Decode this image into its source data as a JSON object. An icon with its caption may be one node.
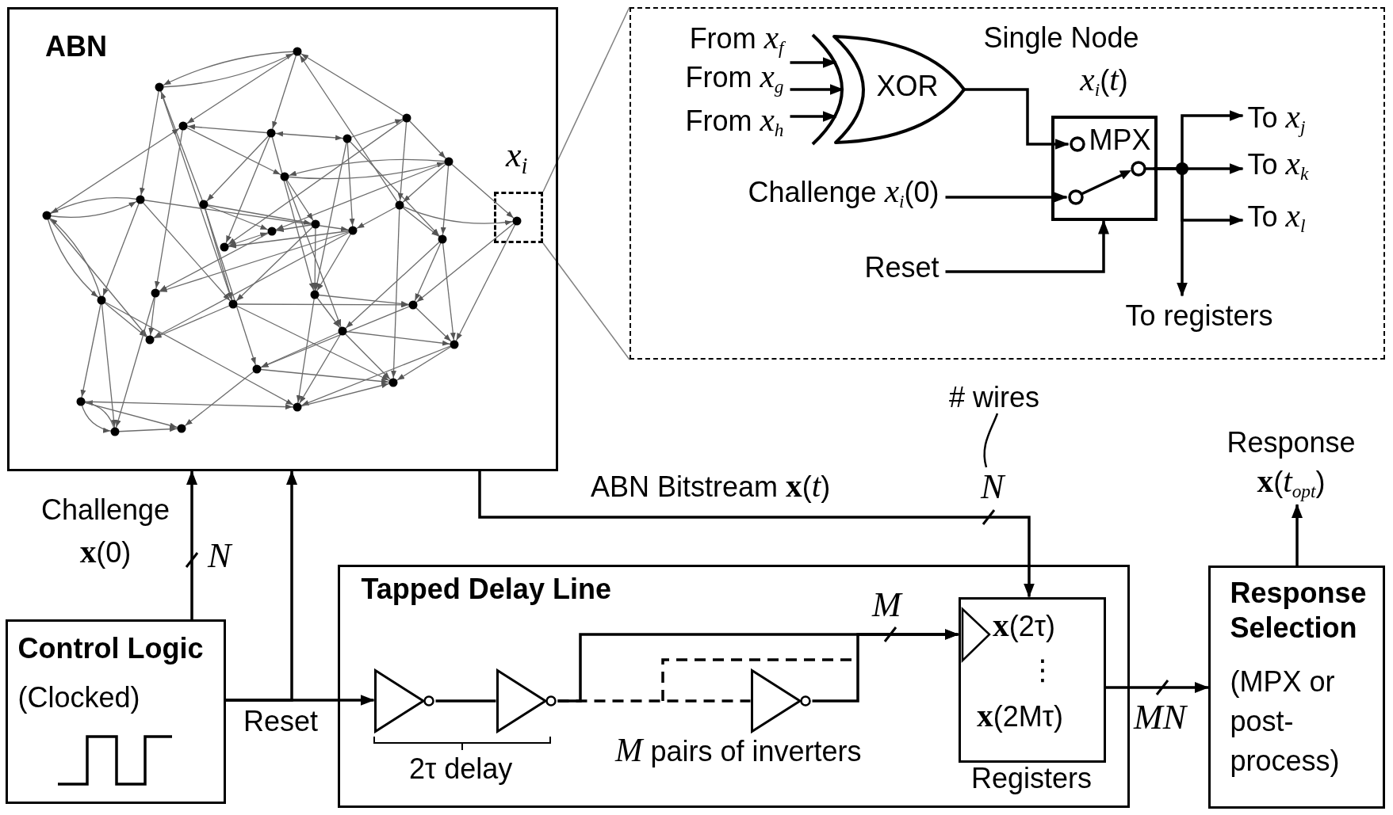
{
  "diagram": {
    "nodes": [
      {
        "text": [
          "ABN"
        ]
      },
      {
        "text": [
          "x$_{i}$"
        ],
        "in": 0
      },
      {
        "text": [
          "Single Node"
        ]
      },
      {
        "text": [
          "From *x*$_{f}$"
        ],
        "in": 2
      },
      {
        "text": [
          "From *x*$_{g}$"
        ],
        "in": 2
      },
      {
        "text": [
          "From *x*$_{h}$"
        ],
        "in": 2
      },
      {
        "text": [
          "XOR"
        ],
        "in": 2
      },
      {
        "text": [
          "*x*$_{i}$(*t*)",
          "MPX"
        ],
        "in": 2
      },
      {
        "text": [
          "Challenge *x*$_{i}$(0)"
        ],
        "in": 2
      },
      {
        "text": [
          "Reset"
        ],
        "in": 2
      },
      {
        "text": [
          "To *x*$_{j}$"
        ],
        "in": 2
      },
      {
        "text": [
          "To *x*$_{k}$"
        ],
        "in": 2
      },
      {
        "text": [
          "To *x*$_{l}$"
        ],
        "in": 2
      },
      {
        "text": [
          "To registers"
        ],
        "in": 2
      },
      {
        "text": [
          "# wires"
        ]
      },
      {
        "text": [
          "N"
        ]
      },
      {
        "text": [
          "Response **x**(*t*$_{opt}$)"
        ]
      },
      {
        "text": [
          "Control Logic",
          "(Clocked)"
        ]
      },
      {
        "text": [
          "Tapped Delay Line"
        ]
      },
      {
        "text": [],
        "shape": "triangle",
        "in": 18
      },
      {
        "text": [],
        "shape": "triangle",
        "in": 18
      },
      {
        "text": [],
        "shape": "triangle",
        "in": 18
      },
      {
        "text": [
          "**x**(2τ)",
          "⋮",
          "**x**(2Mτ)",
          "Registers"
        ],
        "in": 18
      },
      {
        "text": [
          "Response Selection",
          "(MPX or post-process)"
        ]
      }
    ],
    "edges": [
      {
        "from": 17,
        "to": 0,
        "arrow": "to",
        "label": "Challenge **x**(0)"
      },
      {
        "from": 17,
        "to": 0,
        "arrow": "to"
      },
      {
        "from": 17,
        "to": 19,
        "arrow": "to",
        "label": "Reset"
      },
      {
        "from": 19,
        "to": 20,
        "arrow": "none"
      },
      {
        "from": 20,
        "to": 22,
        "arrow": "to"
      },
      {
        "from": 20,
        "to": 21,
        "arrow": "none",
        "style": "dashed"
      },
      {
        "from": 21,
        "to": 22,
        "arrow": "to"
      },
      {
        "from": 0,
        "to": 22,
        "arrow": "to",
        "label": "ABN Bitstream **x**(*t*)"
      },
      {
        "from": 22,
        "to": 23,
        "arrow": "to"
      },
      {
        "from": 23,
        "to": 16,
        "arrow": "to"
      },
      {
        "from": 14,
        "to": 15,
        "arrow": "none"
      },
      {
        "from": 1,
        "to": 2,
        "arrow": "none",
        "color": "#808080"
      },
      {
        "from": 1,
        "to": 2,
        "arrow": "none",
        "color": "#808080"
      },
      {
        "from": 3,
        "to": 6,
        "arrow": "to"
      },
      {
        "from": 4,
        "to": 6,
        "arrow": "to"
      },
      {
        "from": 5,
        "to": 6,
        "arrow": "to"
      },
      {
        "from": 6,
        "to": 7,
        "arrow": "to"
      },
      {
        "from": 8,
        "to": 7,
        "arrow": "to"
      },
      {
        "from": 9,
        "to": 7,
        "arrow": "to"
      },
      {
        "from": 7,
        "to": 10,
        "arrow": "to"
      },
      {
        "from": 7,
        "to": 11,
        "arrow": "to"
      },
      {
        "from": 7,
        "to": 12,
        "arrow": "to"
      },
      {
        "from": 7,
        "to": 13,
        "arrow": "to"
      }
    ],
    "labels": [
      "N",
      "M",
      "MN",
      "*M* pairs of inverters",
      "2τ delay"
    ]
  }
}
